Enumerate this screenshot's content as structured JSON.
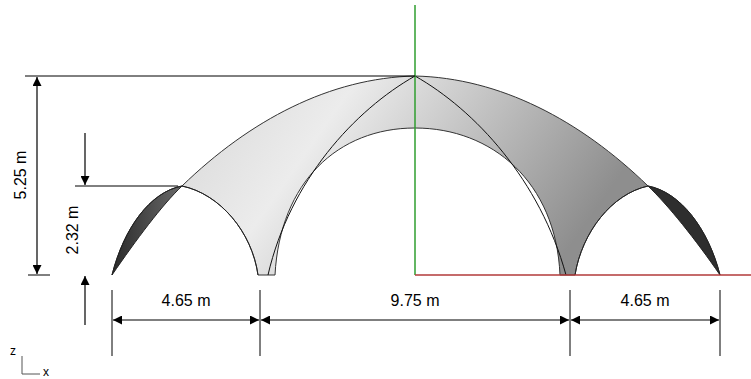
{
  "diagram": {
    "labels": [
      "5.25 m",
      "2.32 m",
      "4.65 m",
      "9.75 m",
      "4.65 m",
      "z",
      "x"
    ]
  }
}
